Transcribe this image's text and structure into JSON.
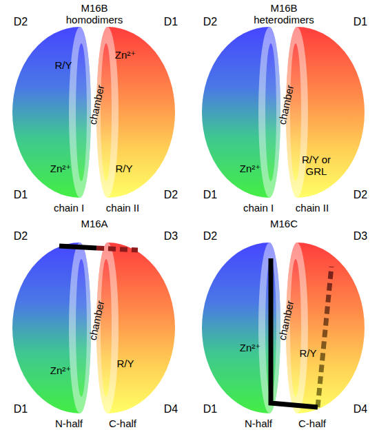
{
  "diagram": {
    "nodes": [
      {
        "text": [
          "R/Y",
          "Zn²⁺"
        ]
      },
      {
        "text": [
          "Zn²⁺",
          "R/Y"
        ]
      },
      {
        "text": [
          "Zn²⁺"
        ]
      },
      {
        "text": [
          "R/Y or GRL"
        ]
      },
      {
        "text": [
          "Zn²⁺"
        ]
      },
      {
        "text": [
          "R/Y"
        ]
      },
      {
        "text": [
          "Zn²⁺"
        ]
      },
      {
        "text": [
          "R/Y"
        ]
      }
    ],
    "edges": [
      {
        "from": 4,
        "to": 5,
        "arrow": "none"
      },
      {
        "from": 6,
        "to": 7,
        "arrow": "none"
      }
    ],
    "labels": [
      "M16B homodimers",
      "D2",
      "D1",
      "chamber",
      "D1",
      "D2",
      "chain I",
      "chain II",
      "M16B heterodimers",
      "D2",
      "D1",
      "chamber",
      "D1",
      "D2",
      "chain I",
      "chain II",
      "M16A",
      "D2",
      "D3",
      "chamber",
      "D1",
      "D4",
      "N-half",
      "C-half",
      "M16C",
      "D2",
      "D3",
      "chamber",
      "D1",
      "D4",
      "N-half",
      "C-half"
    ]
  }
}
